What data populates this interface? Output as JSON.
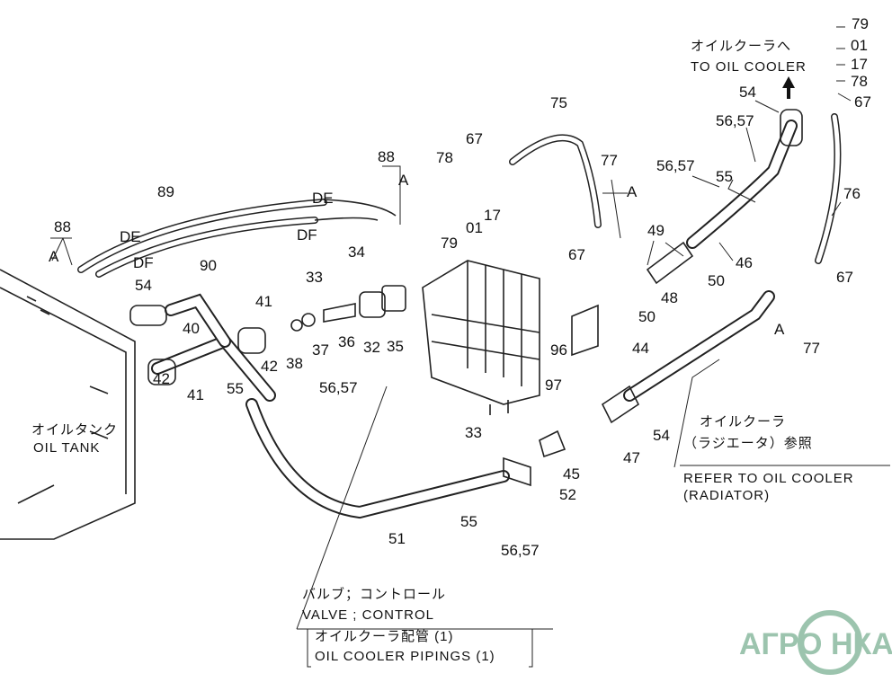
{
  "parts": {
    "top_right": [
      "79",
      "01",
      "17",
      "78",
      "67"
    ],
    "to_oil_cooler_jp": "オイルクーラへ",
    "to_oil_cooler_en": "TO OIL COOLER",
    "right": [
      "54",
      "56,57",
      "56,57",
      "55",
      "76",
      "46",
      "49",
      "50",
      "48",
      "50",
      "44",
      "96",
      "97",
      "67",
      "A",
      "77"
    ],
    "center_top": [
      "75",
      "67",
      "78",
      "17",
      "01",
      "79",
      "77",
      "A",
      "67",
      "88",
      "A"
    ],
    "left_top": [
      "89",
      "DE",
      "DE",
      "DF",
      "DF",
      "90",
      "88",
      "A"
    ],
    "left": [
      "34",
      "33",
      "54",
      "41",
      "40",
      "42",
      "42",
      "41",
      "38",
      "37",
      "36",
      "32",
      "35",
      "56,57",
      "55"
    ],
    "oil_tank_jp": "オイルタンク",
    "oil_tank_en": "OIL TANK",
    "bottom": [
      "33",
      "54",
      "47",
      "45",
      "52",
      "51",
      "55",
      "56,57"
    ],
    "refer_jp_1": "オイルクーラ",
    "refer_jp_2": "（ラジエータ）参照",
    "refer_en_1": "REFER TO OIL COOLER",
    "refer_en_2": "(RADIATOR)",
    "valve_jp": "バルブ；コントロール",
    "valve_en": "VALVE ; CONTROL",
    "pipings_jp": "オイルクーラ配管 (1)",
    "pipings_en": "OIL COOLER PIPINGS (1)"
  },
  "logo": "АГРО НКА",
  "colors": {
    "logo": "#9cc4ae",
    "ink": "#222222"
  }
}
